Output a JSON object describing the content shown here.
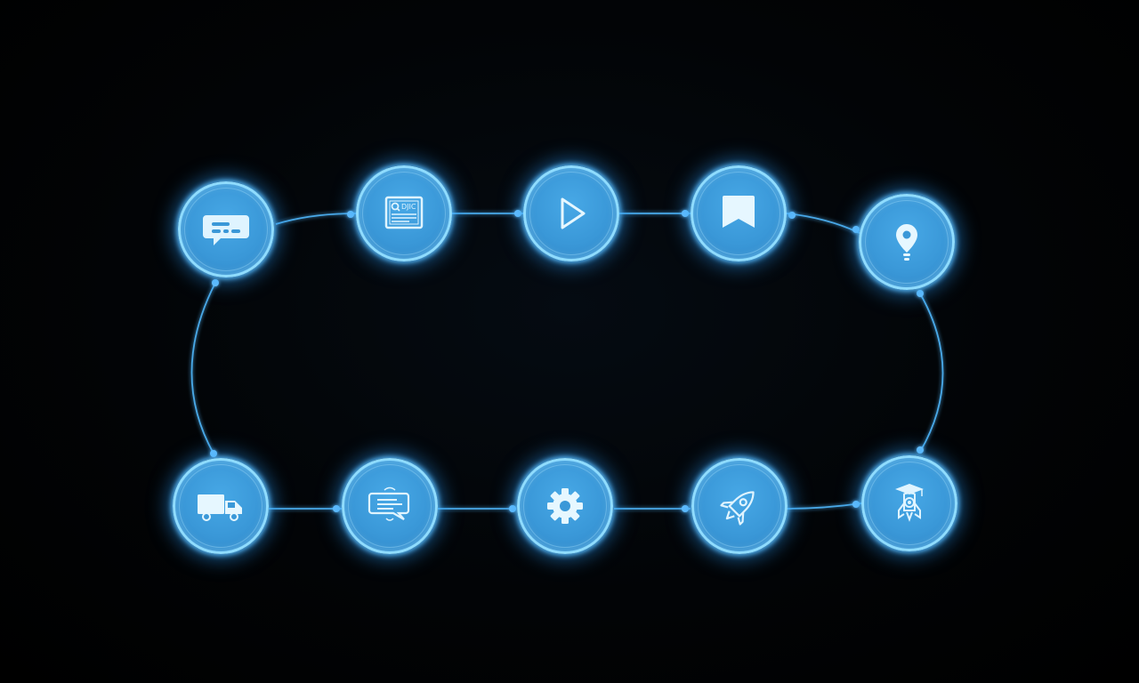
{
  "diagram": {
    "accent_color": "#3a98d8",
    "glow_color": "#8fdcff",
    "line_color": "#4aa9e8",
    "background": "#000000",
    "nodes": [
      {
        "id": "n1",
        "icon": "chat-bubble-icon"
      },
      {
        "id": "n2",
        "icon": "document-search-icon",
        "text": "DJIC"
      },
      {
        "id": "n3",
        "icon": "play-icon"
      },
      {
        "id": "n4",
        "icon": "bookmark-icon"
      },
      {
        "id": "n5",
        "icon": "location-pin-icon"
      },
      {
        "id": "n6",
        "icon": "delivery-truck-icon"
      },
      {
        "id": "n7",
        "icon": "chat-message-icon"
      },
      {
        "id": "n8",
        "icon": "gear-icon"
      },
      {
        "id": "n9",
        "icon": "rocket-icon"
      },
      {
        "id": "n10",
        "icon": "graduation-rocket-icon"
      }
    ]
  }
}
